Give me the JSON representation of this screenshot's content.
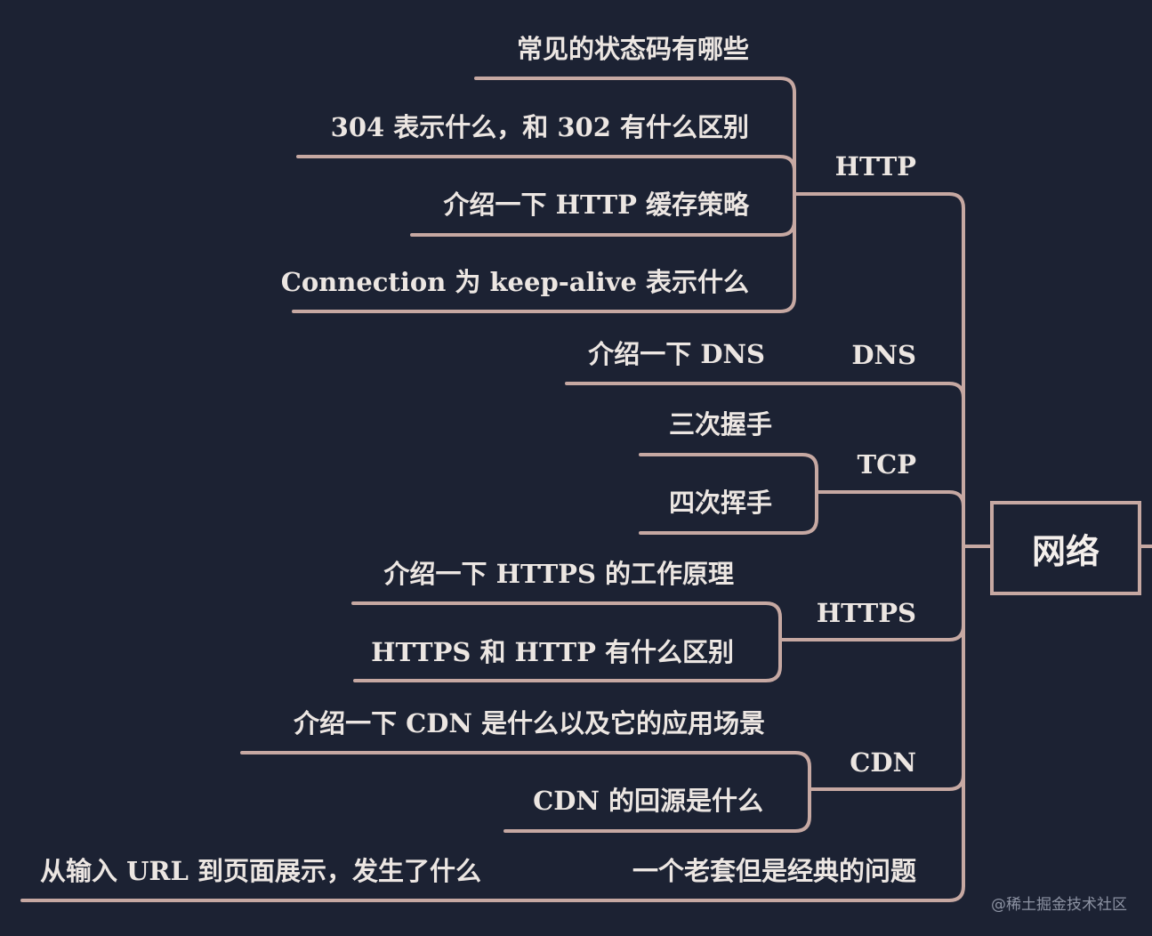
{
  "root": "网络",
  "branches": [
    {
      "label": "HTTP",
      "children": [
        "常见的状态码有哪些",
        "304 表示什么，和 302 有什么区别",
        "介绍一下 HTTP 缓存策略",
        "Connection 为 keep-alive 表示什么"
      ]
    },
    {
      "label": "DNS",
      "children": [
        "介绍一下 DNS"
      ]
    },
    {
      "label": "TCP",
      "children": [
        "三次握手",
        "四次挥手"
      ]
    },
    {
      "label": "HTTPS",
      "children": [
        "介绍一下 HTTPS 的工作原理",
        "HTTPS 和 HTTP 有什么区别"
      ]
    },
    {
      "label": "CDN",
      "children": [
        "介绍一下 CDN 是什么以及它的应用场景",
        "CDN 的回源是什么"
      ]
    },
    {
      "label": "一个老套但是经典的问题",
      "children": [
        "从输入 URL 到页面展示，发生了什么"
      ]
    }
  ],
  "watermark": "@稀土掘金技术社区",
  "colors": {
    "background": "#1c2233",
    "line": "#c6a8a2",
    "text": "#ece6e2"
  }
}
